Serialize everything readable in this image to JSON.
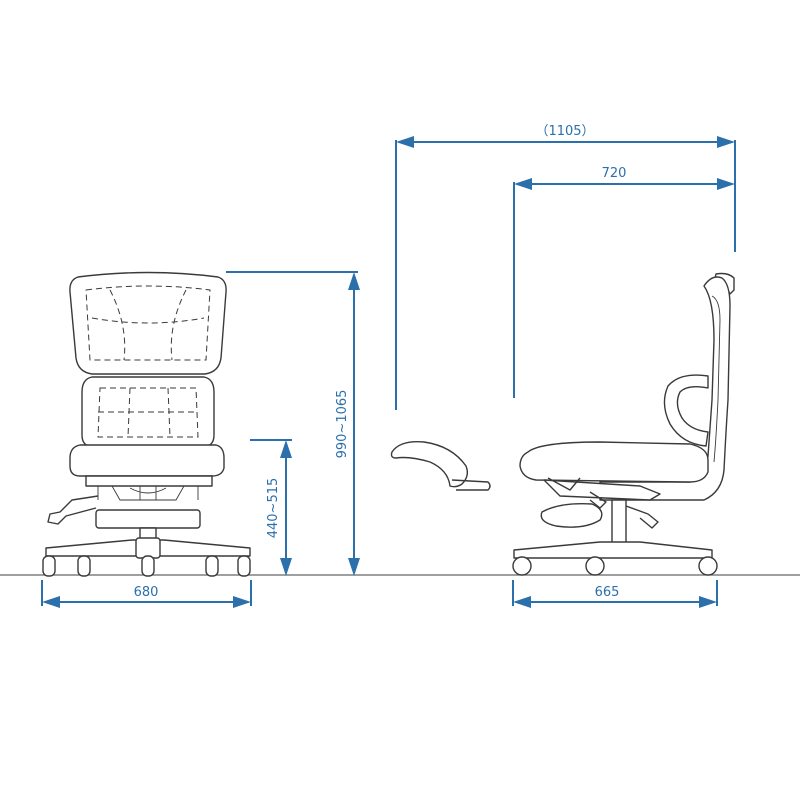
{
  "drawing": {
    "colors": {
      "dimension": "#2b6fab",
      "outline": "#3a3a3a",
      "background": "#ffffff"
    },
    "views": [
      "front-view",
      "side-view"
    ],
    "dimensions": {
      "front_width": "680",
      "seat_height": "440~515",
      "total_height": "990~1065",
      "reclined_depth": "（1105）",
      "depth_720": "720",
      "side_depth": "665"
    }
  }
}
